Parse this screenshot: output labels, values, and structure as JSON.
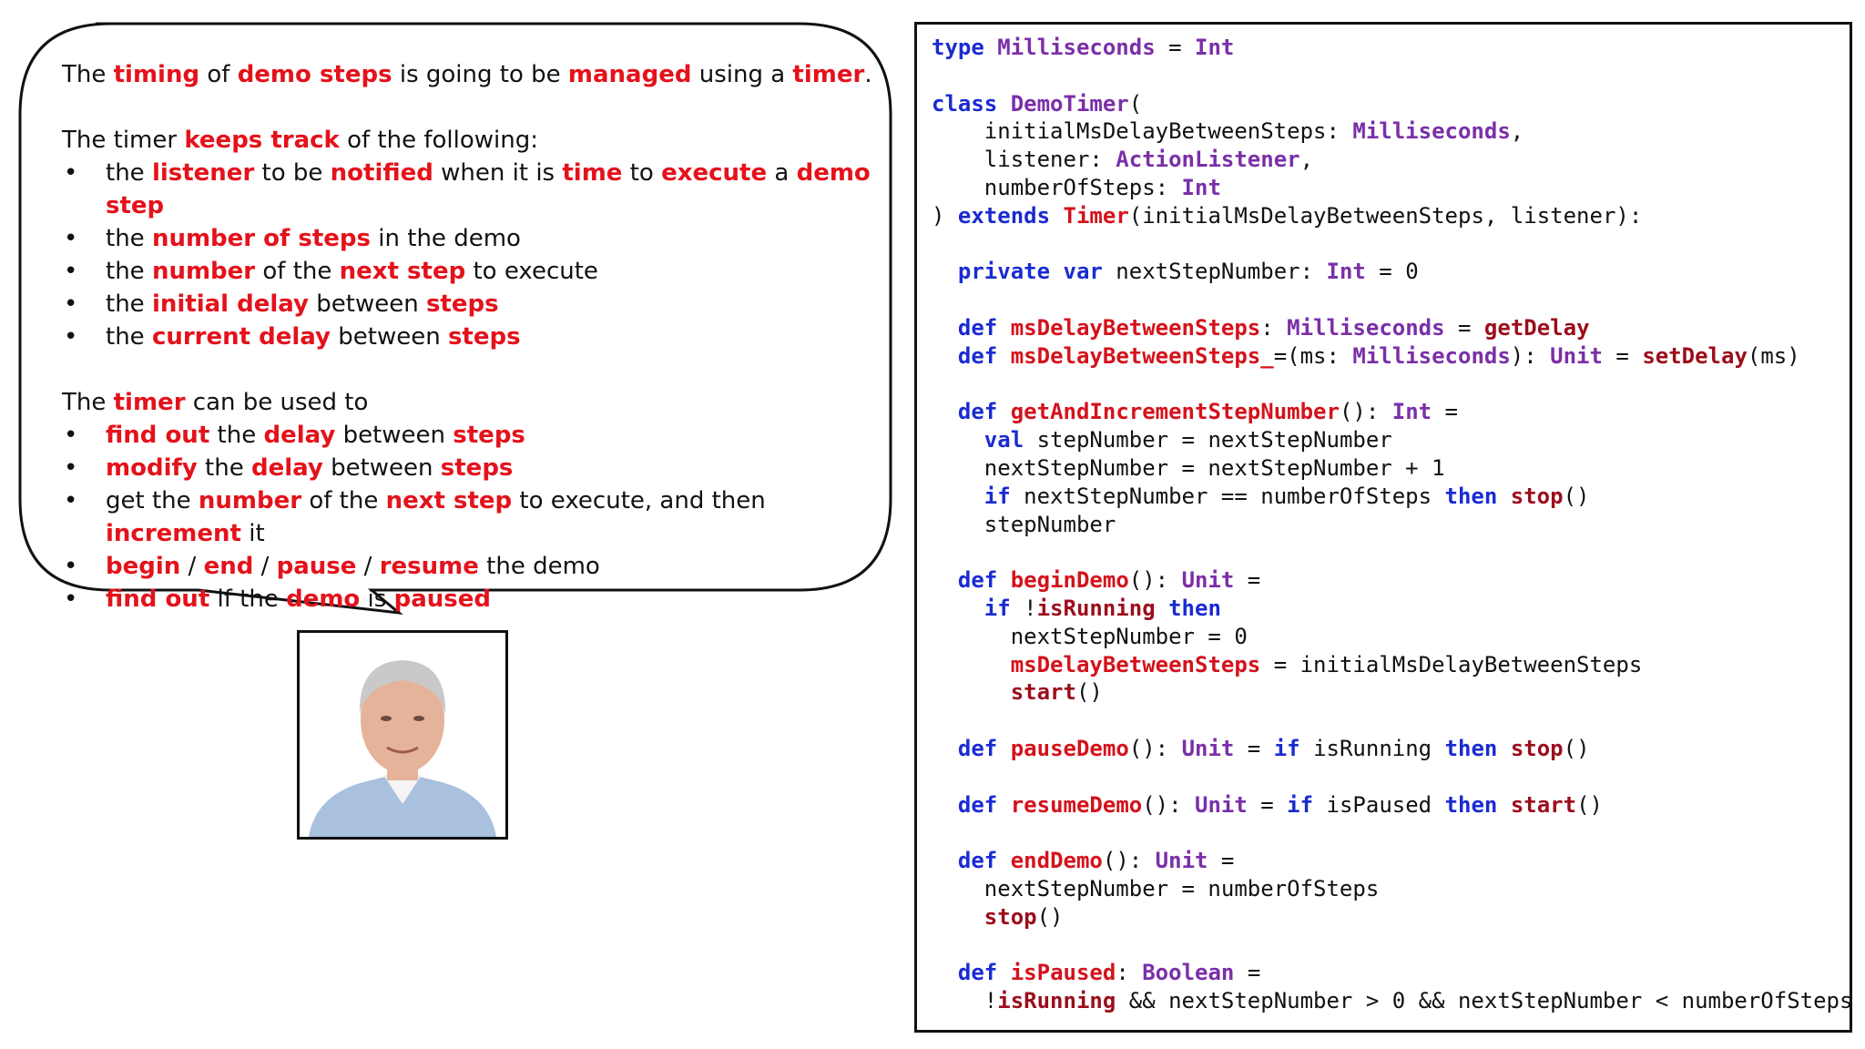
{
  "bubble": {
    "p1": [
      {
        "t": "The ",
        "h": false
      },
      {
        "t": "timing",
        "h": true
      },
      {
        "t": " of ",
        "h": false
      },
      {
        "t": "demo steps",
        "h": true
      },
      {
        "t": " is going to be ",
        "h": false
      },
      {
        "t": "managed",
        "h": true
      },
      {
        "t": " using a ",
        "h": false
      },
      {
        "t": "timer",
        "h": true
      },
      {
        "t": ".",
        "h": false
      }
    ],
    "p2": [
      {
        "t": "The timer ",
        "h": false
      },
      {
        "t": "keeps track",
        "h": true
      },
      {
        "t": " of the following:",
        "h": false
      }
    ],
    "list1": [
      [
        {
          "t": "the ",
          "h": false
        },
        {
          "t": "listener",
          "h": true
        },
        {
          "t": " to be ",
          "h": false
        },
        {
          "t": "notified",
          "h": true
        },
        {
          "t": " when it is ",
          "h": false
        },
        {
          "t": "time",
          "h": true
        },
        {
          "t": " to ",
          "h": false
        },
        {
          "t": "execute",
          "h": true
        },
        {
          "t": " a ",
          "h": false
        },
        {
          "t": "demo step",
          "h": true
        }
      ],
      [
        {
          "t": "the ",
          "h": false
        },
        {
          "t": "number of steps",
          "h": true
        },
        {
          "t": " in the demo",
          "h": false
        }
      ],
      [
        {
          "t": "the ",
          "h": false
        },
        {
          "t": "number",
          "h": true
        },
        {
          "t": " of the ",
          "h": false
        },
        {
          "t": "next step",
          "h": true
        },
        {
          "t": " to execute",
          "h": false
        }
      ],
      [
        {
          "t": "the ",
          "h": false
        },
        {
          "t": "initial delay",
          "h": true
        },
        {
          "t": " between ",
          "h": false
        },
        {
          "t": "steps",
          "h": true
        }
      ],
      [
        {
          "t": "the ",
          "h": false
        },
        {
          "t": "current delay",
          "h": true
        },
        {
          "t": " between ",
          "h": false
        },
        {
          "t": "steps",
          "h": true
        }
      ]
    ],
    "p3": [
      {
        "t": "The ",
        "h": false
      },
      {
        "t": "timer",
        "h": true
      },
      {
        "t": " can be used to",
        "h": false
      }
    ],
    "list2": [
      [
        {
          "t": "find out",
          "h": true
        },
        {
          "t": " the ",
          "h": false
        },
        {
          "t": "delay",
          "h": true
        },
        {
          "t": " between ",
          "h": false
        },
        {
          "t": "steps",
          "h": true
        }
      ],
      [
        {
          "t": "modify",
          "h": true
        },
        {
          "t": " the ",
          "h": false
        },
        {
          "t": "delay",
          "h": true
        },
        {
          "t": " between ",
          "h": false
        },
        {
          "t": "steps",
          "h": true
        }
      ],
      [
        {
          "t": "get the ",
          "h": false
        },
        {
          "t": "number",
          "h": true
        },
        {
          "t": " of the ",
          "h": false
        },
        {
          "t": "next step",
          "h": true
        },
        {
          "t": " to execute, and then ",
          "h": false
        },
        {
          "t": "increment",
          "h": true
        },
        {
          "t": " it",
          "h": false
        }
      ],
      [
        {
          "t": "begin",
          "h": true
        },
        {
          "t": " / ",
          "h": false
        },
        {
          "t": "end",
          "h": true
        },
        {
          "t": " / ",
          "h": false
        },
        {
          "t": "pause",
          "h": true
        },
        {
          "t": " / ",
          "h": false
        },
        {
          "t": "resume",
          "h": true
        },
        {
          "t": " the demo",
          "h": false
        }
      ],
      [
        {
          "t": "find out",
          "h": true
        },
        {
          "t": " if the ",
          "h": false
        },
        {
          "t": "demo",
          "h": true
        },
        {
          "t": " is ",
          "h": false
        },
        {
          "t": "paused",
          "h": true
        }
      ]
    ]
  },
  "photo": {
    "icon": "speaker-portrait",
    "colors": {
      "shirt": "#a9c0de",
      "skin": "#e4b39a",
      "hair": "#c9c9c9"
    }
  },
  "code": [
    [
      [
        "kw",
        "type"
      ],
      [
        "p",
        " "
      ],
      [
        "ty",
        "Milliseconds"
      ],
      [
        "p",
        " = "
      ],
      [
        "ty",
        "Int"
      ]
    ],
    [],
    [
      [
        "kw",
        "class"
      ],
      [
        "p",
        " "
      ],
      [
        "ty",
        "DemoTimer"
      ],
      [
        "p",
        "("
      ]
    ],
    [
      [
        "p",
        "    initialMsDelayBetweenSteps: "
      ],
      [
        "ty",
        "Milliseconds"
      ],
      [
        "p",
        ","
      ]
    ],
    [
      [
        "p",
        "    listener: "
      ],
      [
        "ty",
        "ActionListener"
      ],
      [
        "p",
        ","
      ]
    ],
    [
      [
        "p",
        "    numberOfSteps: "
      ],
      [
        "ty",
        "Int"
      ]
    ],
    [
      [
        "p",
        ") "
      ],
      [
        "kw",
        "extends"
      ],
      [
        "p",
        " "
      ],
      [
        "fn",
        "Timer"
      ],
      [
        "p",
        "(initialMsDelayBetweenSteps, listener):"
      ]
    ],
    [],
    [
      [
        "p",
        "  "
      ],
      [
        "kw",
        "private var"
      ],
      [
        "p",
        " nextStepNumber: "
      ],
      [
        "ty",
        "Int"
      ],
      [
        "p",
        " = 0"
      ]
    ],
    [],
    [
      [
        "p",
        "  "
      ],
      [
        "kw",
        "def"
      ],
      [
        "p",
        " "
      ],
      [
        "fn",
        "msDelayBetweenSteps"
      ],
      [
        "p",
        ": "
      ],
      [
        "ty",
        "Milliseconds"
      ],
      [
        "p",
        " = "
      ],
      [
        "dr",
        "getDelay"
      ]
    ],
    [
      [
        "p",
        "  "
      ],
      [
        "kw",
        "def"
      ],
      [
        "p",
        " "
      ],
      [
        "fn",
        "msDelayBetweenSteps_"
      ],
      [
        "p",
        "=(ms: "
      ],
      [
        "ty",
        "Milliseconds"
      ],
      [
        "p",
        "): "
      ],
      [
        "ty",
        "Unit"
      ],
      [
        "p",
        " = "
      ],
      [
        "dr",
        "setDelay"
      ],
      [
        "p",
        "(ms)"
      ]
    ],
    [],
    [
      [
        "p",
        "  "
      ],
      [
        "kw",
        "def"
      ],
      [
        "p",
        " "
      ],
      [
        "fn",
        "getAndIncrementStepNumber"
      ],
      [
        "p",
        "(): "
      ],
      [
        "ty",
        "Int"
      ],
      [
        "p",
        " ="
      ]
    ],
    [
      [
        "p",
        "    "
      ],
      [
        "kw",
        "val"
      ],
      [
        "p",
        " stepNumber = nextStepNumber"
      ]
    ],
    [
      [
        "p",
        "    nextStepNumber = nextStepNumber + 1"
      ]
    ],
    [
      [
        "p",
        "    "
      ],
      [
        "kw",
        "if"
      ],
      [
        "p",
        " nextStepNumber == numberOfSteps "
      ],
      [
        "kw",
        "then"
      ],
      [
        "p",
        " "
      ],
      [
        "dr",
        "stop"
      ],
      [
        "p",
        "()"
      ]
    ],
    [
      [
        "p",
        "    stepNumber"
      ]
    ],
    [],
    [
      [
        "p",
        "  "
      ],
      [
        "kw",
        "def"
      ],
      [
        "p",
        " "
      ],
      [
        "fn",
        "beginDemo"
      ],
      [
        "p",
        "(): "
      ],
      [
        "ty",
        "Unit"
      ],
      [
        "p",
        " ="
      ]
    ],
    [
      [
        "p",
        "    "
      ],
      [
        "kw",
        "if"
      ],
      [
        "p",
        " !"
      ],
      [
        "dr",
        "isRunning"
      ],
      [
        "p",
        " "
      ],
      [
        "kw",
        "then"
      ]
    ],
    [
      [
        "p",
        "      nextStepNumber = 0"
      ]
    ],
    [
      [
        "p",
        "      "
      ],
      [
        "fn",
        "msDelayBetweenSteps"
      ],
      [
        "p",
        " = initialMsDelayBetweenSteps"
      ]
    ],
    [
      [
        "p",
        "      "
      ],
      [
        "dr",
        "start"
      ],
      [
        "p",
        "()"
      ]
    ],
    [],
    [
      [
        "p",
        "  "
      ],
      [
        "kw",
        "def"
      ],
      [
        "p",
        " "
      ],
      [
        "fn",
        "pauseDemo"
      ],
      [
        "p",
        "(): "
      ],
      [
        "ty",
        "Unit"
      ],
      [
        "p",
        " = "
      ],
      [
        "kw",
        "if"
      ],
      [
        "p",
        " isRunning "
      ],
      [
        "kw",
        "then"
      ],
      [
        "p",
        " "
      ],
      [
        "dr",
        "stop"
      ],
      [
        "p",
        "()"
      ]
    ],
    [],
    [
      [
        "p",
        "  "
      ],
      [
        "kw",
        "def"
      ],
      [
        "p",
        " "
      ],
      [
        "fn",
        "resumeDemo"
      ],
      [
        "p",
        "(): "
      ],
      [
        "ty",
        "Unit"
      ],
      [
        "p",
        " = "
      ],
      [
        "kw",
        "if"
      ],
      [
        "p",
        " isPaused "
      ],
      [
        "kw",
        "then"
      ],
      [
        "p",
        " "
      ],
      [
        "dr",
        "start"
      ],
      [
        "p",
        "()"
      ]
    ],
    [],
    [
      [
        "p",
        "  "
      ],
      [
        "kw",
        "def"
      ],
      [
        "p",
        " "
      ],
      [
        "fn",
        "endDemo"
      ],
      [
        "p",
        "(): "
      ],
      [
        "ty",
        "Unit"
      ],
      [
        "p",
        " ="
      ]
    ],
    [
      [
        "p",
        "    nextStepNumber = numberOfSteps"
      ]
    ],
    [
      [
        "p",
        "    "
      ],
      [
        "dr",
        "stop"
      ],
      [
        "p",
        "()"
      ]
    ],
    [],
    [
      [
        "p",
        "  "
      ],
      [
        "kw",
        "def"
      ],
      [
        "p",
        " "
      ],
      [
        "fn",
        "isPaused"
      ],
      [
        "p",
        ": "
      ],
      [
        "ty",
        "Boolean"
      ],
      [
        "p",
        " ="
      ]
    ],
    [
      [
        "p",
        "    !"
      ],
      [
        "dr",
        "isRunning"
      ],
      [
        "p",
        " && nextStepNumber > 0 && nextStepNumber < numberOfSteps"
      ]
    ]
  ]
}
